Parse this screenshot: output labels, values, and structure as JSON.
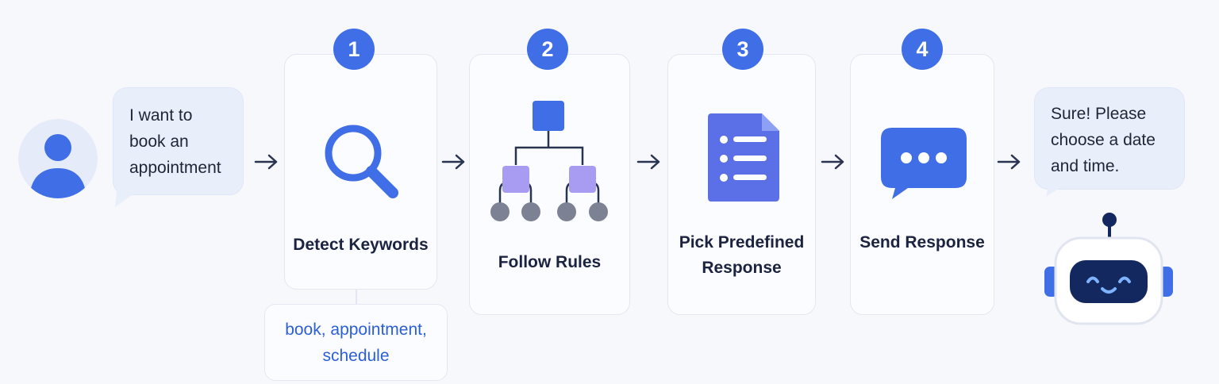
{
  "user_message": {
    "lines": [
      "I want to",
      "book an",
      "appointment"
    ]
  },
  "steps": [
    {
      "number": "1",
      "label_lines": [
        "Detect Keywords"
      ],
      "icon": "magnifier-icon"
    },
    {
      "number": "2",
      "label_lines": [
        "Follow Rules"
      ],
      "icon": "decision-tree-icon"
    },
    {
      "number": "3",
      "label_lines": [
        "Pick Predefined",
        "Response"
      ],
      "icon": "document-list-icon"
    },
    {
      "number": "4",
      "label_lines": [
        "Send Response"
      ],
      "icon": "chat-dots-icon"
    }
  ],
  "keywords": {
    "lines": [
      "book, appointment,",
      "schedule"
    ]
  },
  "bot_message": {
    "lines": [
      "Sure! Please",
      "choose a date",
      "and time."
    ]
  },
  "colors": {
    "accent": "#3f6ee6",
    "bubble": "#e9eefb",
    "node": "#a89cf2",
    "leaf": "#7d8194",
    "bot_face": "#13285e"
  }
}
